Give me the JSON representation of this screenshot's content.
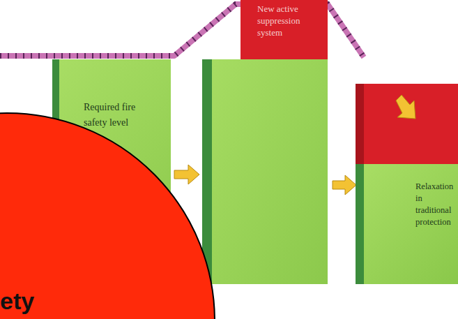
{
  "diagram": {
    "nodes": [
      {
        "text": [
          "Required fire safety level"
        ]
      },
      {
        "text": [
          "New active suppression system"
        ]
      },
      {
        "text": [
          "Relaxation in traditional protection"
        ]
      },
      {
        "text": [
          "ety"
        ]
      }
    ]
  }
}
